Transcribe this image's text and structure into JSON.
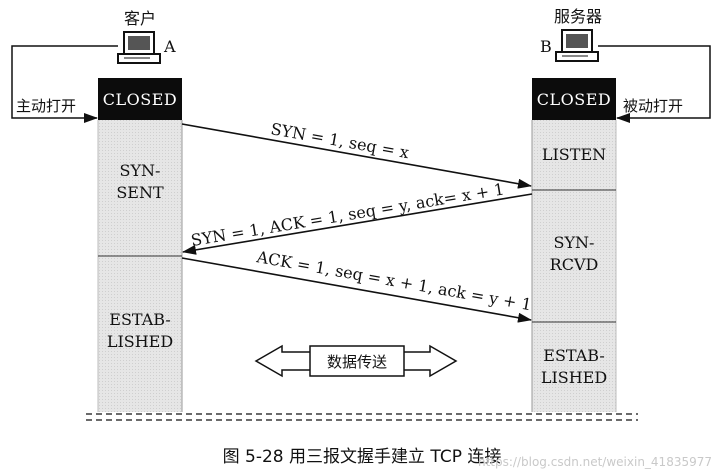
{
  "client": {
    "role": "客户",
    "letter": "A",
    "action": "主动打开",
    "states": [
      "CLOSED",
      "SYN-",
      "SENT",
      "ESTAB-",
      "LISHED"
    ]
  },
  "server": {
    "role": "服务器",
    "letter": "B",
    "action": "被动打开",
    "states": [
      "CLOSED",
      "LISTEN",
      "SYN-",
      "RCVD",
      "ESTAB-",
      "LISHED"
    ]
  },
  "messages": {
    "syn": "SYN = 1, seq = x",
    "synack": "SYN = 1, ACK = 1, seq = y, ack= x + 1",
    "ack": "ACK = 1, seq = x + 1, ack = y + 1"
  },
  "transfer": "数据传送",
  "caption": "图 5-28  用三报文握手建立 TCP 连接",
  "watermark": "https://blog.csdn.net/weixin_41835977",
  "colors": {
    "column": "#e3e3e3",
    "closed_box": "#0c0c0c",
    "line": "#111111"
  }
}
